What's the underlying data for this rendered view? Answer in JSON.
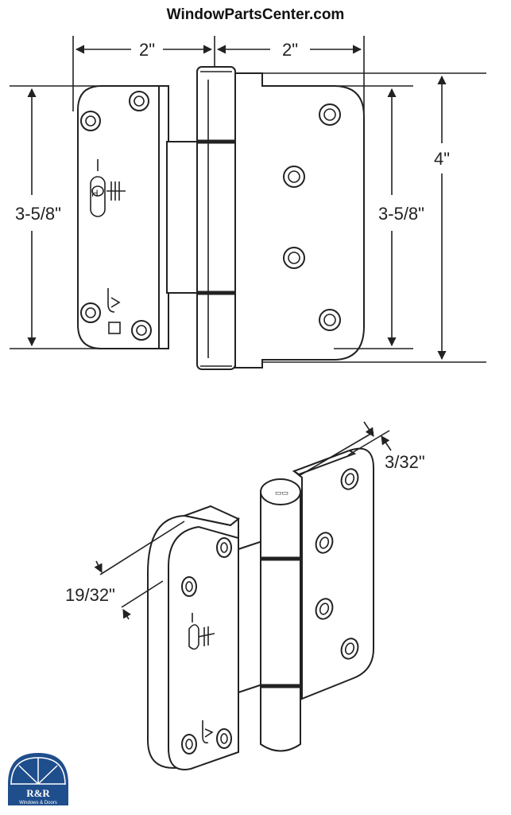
{
  "site": {
    "title": "WindowParts​Center.com"
  },
  "dimensions": {
    "left_width": "2\"",
    "right_width": "2\"",
    "left_height": "3-5/8\"",
    "right_height": "3-5/8\"",
    "overall_height": "4\"",
    "offset": "3/32\"",
    "depth": "19/32\""
  },
  "logo": {
    "brand": "R&R",
    "tagline": "Windows & Doors",
    "color": "#1f4e8c"
  }
}
